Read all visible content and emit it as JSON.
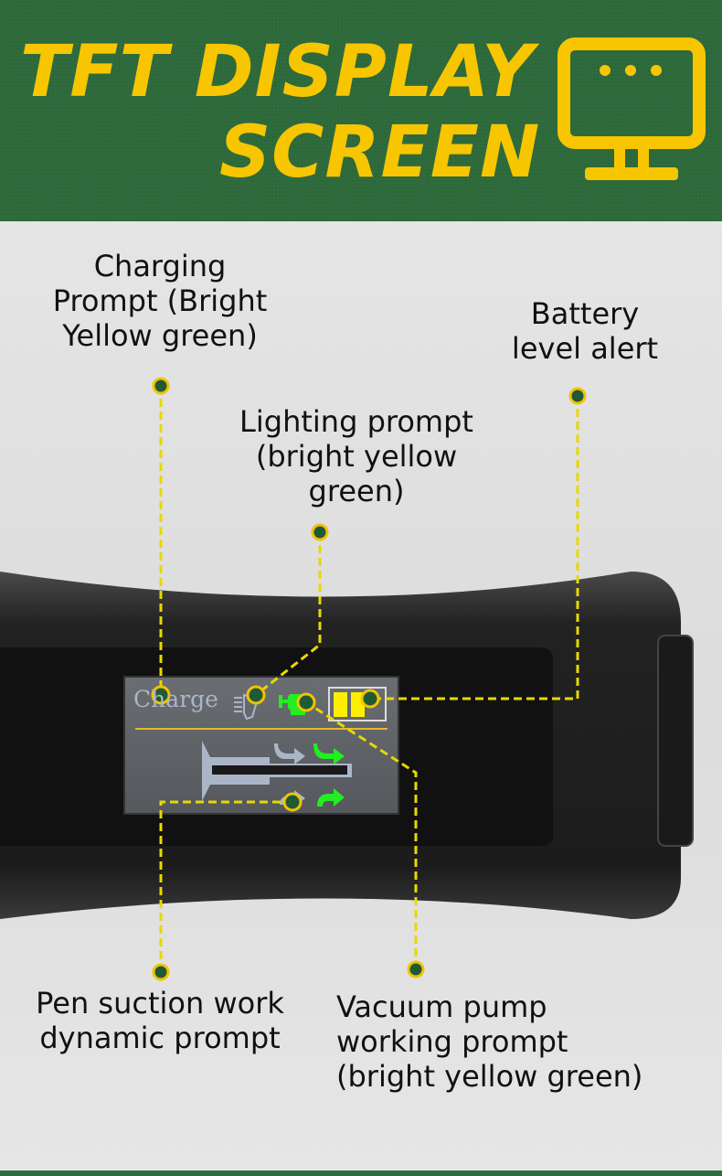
{
  "header": {
    "title_line1": "TFT DISPLAY",
    "title_line2": "SCREEN",
    "icon": "monitor-icon"
  },
  "colors": {
    "header_green": "#2f6b3c",
    "accent_yellow": "#f7c600",
    "dot_green": "#1f5a34",
    "indicator_green": "#22ee22",
    "battery_yellow": "#ffee00"
  },
  "annotations": {
    "charging": "Charging\nPrompt (Bright\nYellow green)",
    "battery": "Battery\nlevel alert",
    "lighting": "Lighting prompt\n(bright yellow\ngreen)",
    "pen_suction": "Pen suction work\ndynamic prompt",
    "vacuum_pump": "Vacuum pump\nworking prompt\n(bright yellow green)"
  },
  "screen": {
    "charge_label": "Charge"
  }
}
